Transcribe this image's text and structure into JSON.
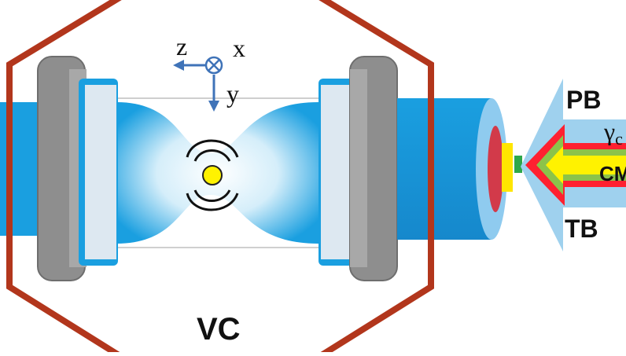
{
  "labels": {
    "vc": "VC",
    "pb": "PB",
    "tb": "TB",
    "cm": "CM",
    "gamma": "γ",
    "gamma_sub": "c",
    "axis_z": "z",
    "axis_x": "x",
    "axis_y": "y"
  },
  "colors": {
    "chamber_outline": "#b2361c",
    "fiber_blue": "#1a9fe0",
    "fiber_dark": "#0d76b8",
    "mirror_gray": "#8e8e8e",
    "mirror_face": "#dde8f1",
    "beam_light": "#e3f3fb",
    "particle": "#fff200",
    "arrow_axis": "#3f73b8",
    "red_ring": "#e33333",
    "yellow_ring": "#ffe600",
    "green": "#2ea84a",
    "prism": "#9fd1ee",
    "arrow_red": "#ff2030",
    "arrow_green": "#8bc34a",
    "arrow_yellow": "#fff200"
  }
}
